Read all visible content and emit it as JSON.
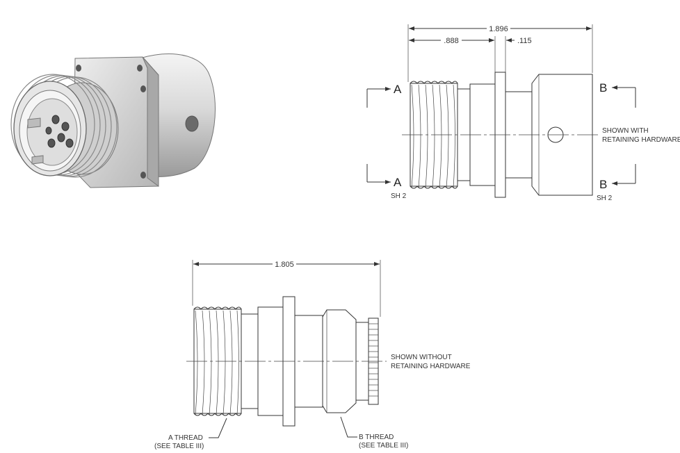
{
  "side_view": {
    "dim_overall": "1.896",
    "dim_left": ".888",
    "dim_flange": ".115",
    "section_a_label": "A",
    "section_b_label": "B",
    "section_a_sheet": "SH 2",
    "section_b_sheet": "SH 2",
    "note_line1": "SHOWN WITH",
    "note_line2": "RETAINING HARDWARE"
  },
  "bottom_view": {
    "dim_overall": "1.805",
    "note_line1": "SHOWN WITHOUT",
    "note_line2": "RETAINING HARDWARE",
    "a_thread_line1": "A THREAD",
    "a_thread_line2": "(SEE TABLE III)",
    "b_thread_line1": "B THREAD",
    "b_thread_line2": "(SEE TABLE III)"
  }
}
